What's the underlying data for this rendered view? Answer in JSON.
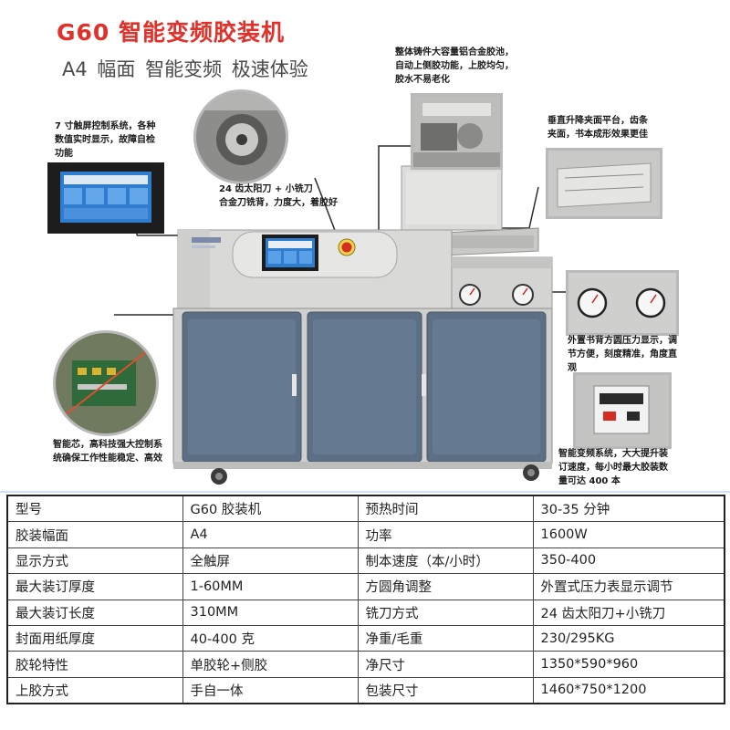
{
  "header": {
    "title": "G60 智能变频胶装机",
    "subtitle": "A4 幅面  智能变频  极速体验"
  },
  "callouts": {
    "touchscreen": [
      "7 寸触屏控制系统，各种",
      "数值实时显示，故障自检",
      "功能"
    ],
    "blade": [
      "24 齿太阳刀 + 小铣刀",
      "合金刀铣背，力度大，着胶好"
    ],
    "glue_pot": [
      "整体铸件大容量铝合金胶池，",
      "自动上侧胶功能，上胶均匀，",
      "胶水不易老化"
    ],
    "clamp": [
      "垂直升降夹面平台，齿条",
      "夹面，书本成形效果更佳"
    ],
    "gauge": [
      "外置书背方圆压力显示，调",
      "节方便，刻度精准，角度直",
      "观"
    ],
    "control": [
      "智能芯，高科技强大控制系",
      "统确保工作性能稳定、高效"
    ],
    "inverter": [
      "智能变频系统，大大提升装",
      "订速度，每小时最大胶装数",
      "量可达 400 本"
    ]
  },
  "colors": {
    "title_red": "#e0312a",
    "machine_body": "#d9d9d7",
    "cabinet_door": "#5d6f84",
    "callout_line": "#2a2a2a"
  },
  "specs": {
    "rows": [
      [
        "型号",
        "G60 胶装机",
        "预热时间",
        "30-35 分钟"
      ],
      [
        "胶装幅面",
        "A4",
        "功率",
        "1600W"
      ],
      [
        "显示方式",
        "全触屏",
        "制本速度（本/小时）",
        "350-400"
      ],
      [
        "最大装订厚度",
        "1-60MM",
        "方圆角调整",
        "外置式压力表显示调节"
      ],
      [
        "最大装订长度",
        "310MM",
        "铣刀方式",
        "24 齿太阳刀+小铣刀"
      ],
      [
        "封面用纸厚度",
        "40-400 克",
        "净重/毛重",
        "230/295KG"
      ],
      [
        "胶轮特性",
        "单胶轮+侧胶",
        "净尺寸",
        "1350*590*960"
      ],
      [
        "上胶方式",
        "手自一体",
        "包装尺寸",
        "1460*750*1200"
      ]
    ]
  }
}
